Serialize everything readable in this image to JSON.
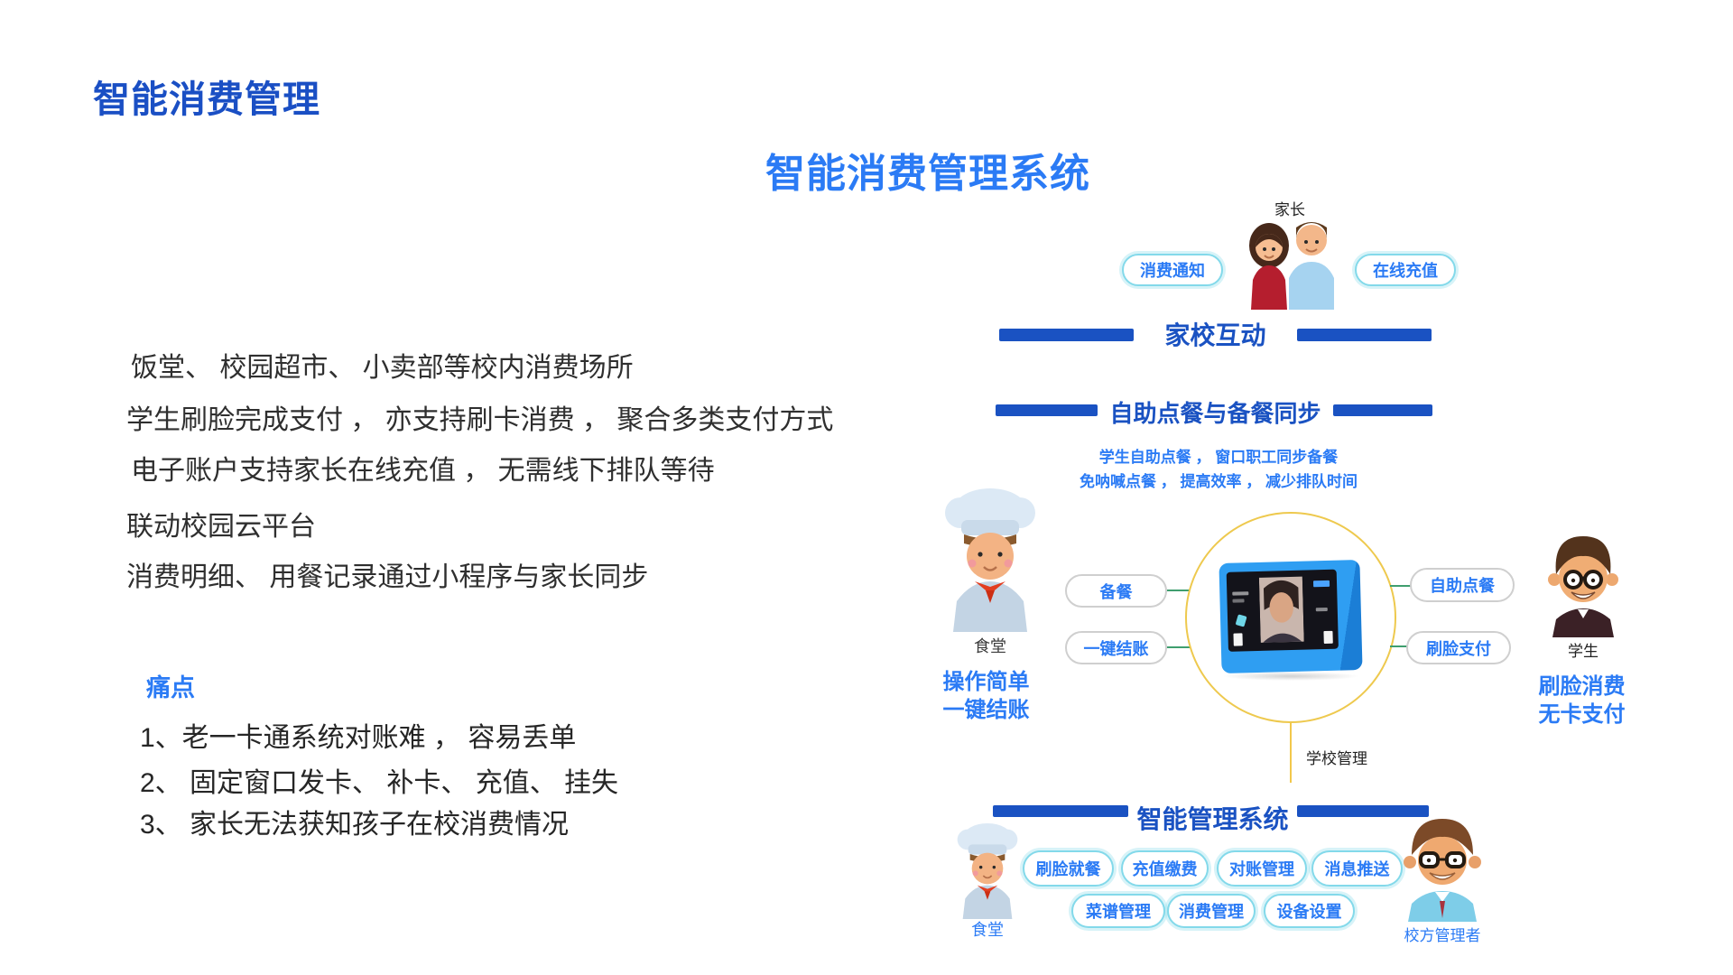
{
  "slide": {
    "title": "智能消费管理",
    "subtitle": "智能消费管理系统"
  },
  "left_panel": {
    "intro_lines": [
      "饭堂、 校园超市、 小卖部等校内消费场所",
      "学生刷脸完成支付 ， 亦支持刷卡消费 ， 聚合多类支付方式",
      "电子账户支持家长在线充值 ， 无需线下排队等待"
    ],
    "platform_lines": [
      "联动校园云平台",
      "消费明细、 用餐记录通过小程序与家长同步"
    ],
    "pain": {
      "title": "痛点",
      "items": [
        "1、老一卡通系统对账难 ， 容易丢单",
        "2、 固定窗口发卡、 补卡、 充值、 挂失",
        "3、 家长无法获知孩子在校消费情况"
      ]
    }
  },
  "diagram": {
    "parents": {
      "label": "家长",
      "notify_pill": "消费通知",
      "recharge_pill": "在线充值"
    },
    "home_school": {
      "title": "家校互动"
    },
    "ordering": {
      "title": "自助点餐与备餐同步",
      "desc_lines": [
        "学生自助点餐 ， 窗口职工同步备餐",
        "免呐喊点餐 ， 提高效率 ， 减少排队时间"
      ]
    },
    "canteen": {
      "label": "食堂",
      "benefits": [
        "操作简单",
        "一键结账"
      ],
      "pills": [
        "备餐",
        "一键结账"
      ]
    },
    "student": {
      "label": "学生",
      "benefits": [
        "刷脸消费",
        "无卡支付"
      ],
      "pills": [
        "自助点餐",
        "刷脸支付"
      ]
    },
    "school_mgmt_label": "学校管理",
    "management": {
      "title": "智能管理系统",
      "pills_row1": [
        "刷脸就餐",
        "充值缴费",
        "对账管理",
        "消息推送"
      ],
      "pills_row2": [
        "菜谱管理",
        "消费管理",
        "设备设置"
      ],
      "canteen_label": "食堂",
      "manager_label": "校方管理者"
    }
  },
  "colors": {
    "title_blue": "#1a4fc4",
    "accent_blue": "#2b7bf5",
    "bar_blue": "#1a52c2",
    "pill_border_cyan": "#83d9ea",
    "pill_border_gray": "#cfcfcf",
    "connector_green": "#3f9e6e",
    "circle_yellow": "#eec94e",
    "device_blue": "#2f9ef2",
    "body_text": "#2f2f2f"
  }
}
